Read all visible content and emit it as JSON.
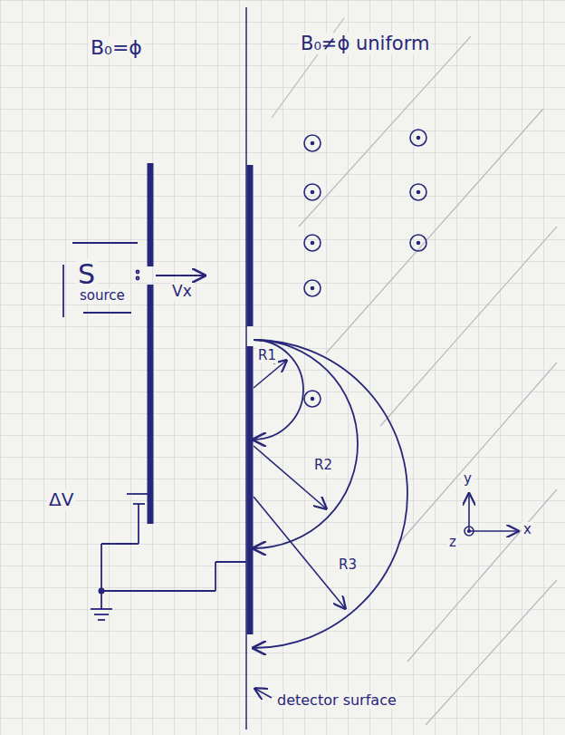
{
  "diagram": {
    "labels": [
      "B₀=ϕ",
      "B₀≠ϕ uniform",
      "S",
      "source",
      "Vx",
      "ΔV",
      "R1",
      "R2",
      "R3",
      "y",
      "z",
      "x",
      "detector surface"
    ]
  }
}
